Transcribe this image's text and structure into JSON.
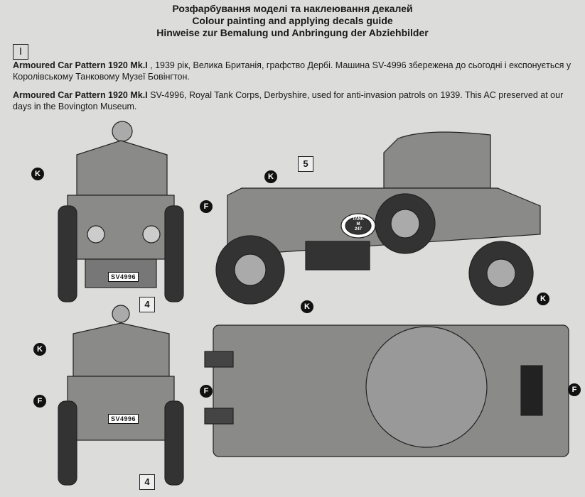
{
  "header": {
    "title_ua": "Розфарбування моделі та наклеювання декалей",
    "title_en": "Colour painting  and applying decals guide",
    "title_de": "Hinweise zur Bemalung und Anbringung der Abziehbilder"
  },
  "section": "I",
  "description_ua": {
    "bold": "Armoured Car Pattern 1920 Mk.I",
    "text": " , 1939 рік, Велика Британія,  графство Дербі. Машина SV-4996 збережена до сьогодні і експонується у Королівському Танковому Музеї Бовінгтон."
  },
  "description_en": {
    "bold": "Armoured Car Pattern 1920 Mk.I",
    "text": "  SV-4996, Royal Tank Corps, Derbyshire, used for anti-invasion patrols on 1939. This AC preserved at our days in the Bovington Museum."
  },
  "callouts": {
    "K": "K",
    "F": "F",
    "decal_4": "4",
    "decal_5": "5"
  },
  "plates": {
    "front": "SV4996",
    "rear": "SV4996"
  },
  "roundel": {
    "top": "TANK",
    "mid": "M",
    "num": "247"
  }
}
